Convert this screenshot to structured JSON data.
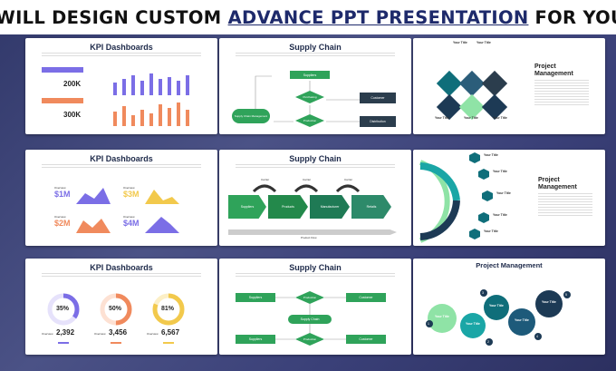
{
  "banner": {
    "prefix": "I WILL DESIGN CUSTOM ",
    "highlight": "ADVANCE PPT PRESENTATION",
    "suffix": " FOR YOU!"
  },
  "colors": {
    "green": "#2fa35a",
    "navy": "#2b3d4d",
    "teal": "#0f6e7a",
    "purple": "#7b6ee6",
    "orange": "#f08a5d",
    "yellow": "#f2c94c"
  },
  "slides": {
    "kpi1": {
      "title": "KPI Dashboards",
      "a_value": "200K",
      "b_value": "300K"
    },
    "kpi2": {
      "title": "KPI Dashboards",
      "v1": "$1M",
      "v2": "$3M",
      "v3": "$2M",
      "v4": "$4M",
      "ov": "Overview"
    },
    "kpi3": {
      "title": "KPI Dashboards",
      "p1": "35%",
      "p2": "50%",
      "p3": "81%",
      "n1": "2,392",
      "n2": "3,456",
      "n3": "6,567",
      "ov": "Overview"
    },
    "sc1": {
      "title": "Supply Chain",
      "suppliers": "Suppliers",
      "purchasing": "Purchasing",
      "production": "Production",
      "customer": "Customer",
      "distribution": "Distribution",
      "supply": "Supply Chain Management"
    },
    "sc2": {
      "title": "Supply Chain",
      "carrier": "Carrier",
      "steps": [
        "Suppliers",
        "Products",
        "Manufacturer",
        "Retails"
      ],
      "flow": "Product Flow"
    },
    "sc3": {
      "title": "Supply Chain",
      "suppliers": "Suppliers",
      "production": "Production",
      "customer": "Customer",
      "center": "Supply Chain"
    },
    "pm1": {
      "title": "Project Management",
      "your_title": "Your Title"
    },
    "pm2": {
      "title": "Project Management",
      "your_title": "Your Title"
    },
    "pm3": {
      "title": "Project Management",
      "your_title": "Your Title",
      "nums": [
        "1",
        "2",
        "3",
        "4",
        "5"
      ]
    }
  }
}
